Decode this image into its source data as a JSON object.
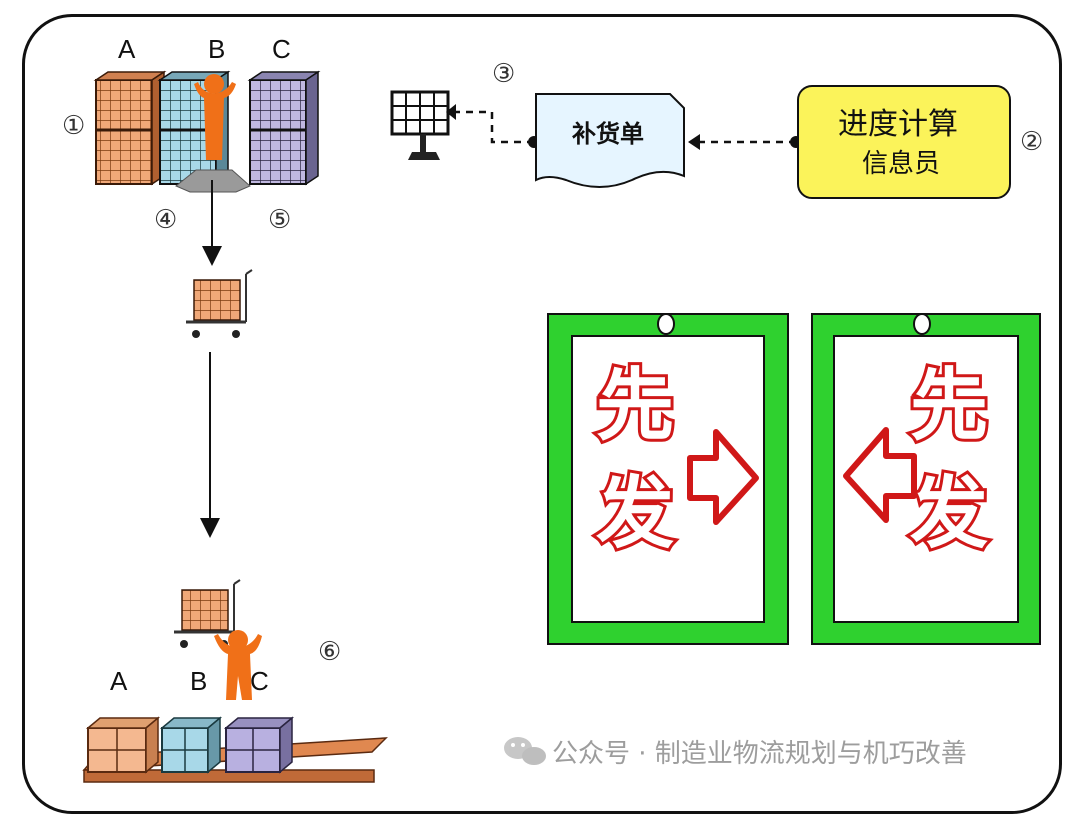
{
  "top_area": {
    "shelf_labels": [
      "A",
      "B",
      "C"
    ],
    "markers": {
      "m1": "①",
      "m4": "④",
      "m5": "⑤"
    }
  },
  "flow": {
    "marker3": "③",
    "marker2": "②",
    "replenish_slip": "补货单",
    "info_box_line1": "进度计算",
    "info_box_line2": "信息员"
  },
  "bottom_area": {
    "marker6": "⑥",
    "pallet_labels": [
      "A",
      "B",
      "C"
    ]
  },
  "cards": [
    {
      "line1": "先",
      "line2": "发",
      "arrow": "right"
    },
    {
      "line1": "先",
      "line2": "发",
      "arrow": "left"
    }
  ],
  "watermark": "公众号 · 制造业物流规划与机巧改善",
  "colors": {
    "card_frame": "#2fd12f",
    "card_text": "#d01818",
    "info_box_fill": "#fbf35a",
    "slip_fill": "#e6f5ff",
    "worker": "#f07018",
    "box_orange": "#f0a878",
    "box_blue": "#a8d8e8",
    "box_purple": "#b0a8d8"
  }
}
